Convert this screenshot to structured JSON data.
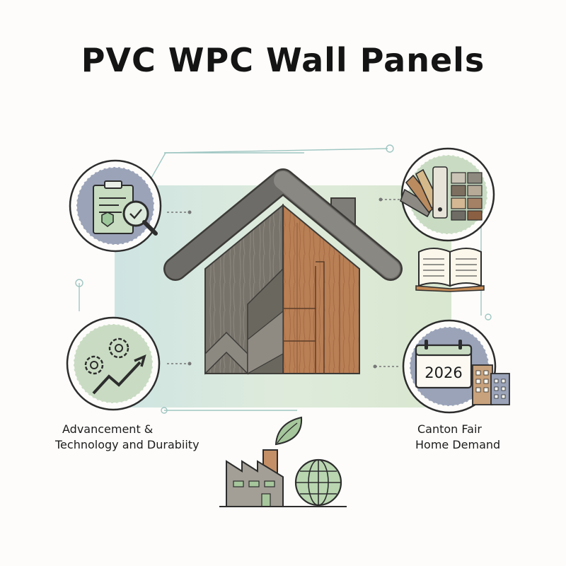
{
  "title": "PVC WPC Wall Panels",
  "calendar_year": "2026",
  "left_caption": {
    "line1": "Advancement &",
    "line2": "Technology and Durabiity"
  },
  "right_caption": {
    "line1": "Canton Fair",
    "line2": "Home Demand"
  },
  "icons": [
    "house-wood-panels-icon",
    "clipboard-inspection-icon",
    "gears-growth-icon",
    "material-swatches-icon",
    "open-book-icon",
    "calendar-city-icon",
    "factory-leaf-icon",
    "globe-icon"
  ],
  "colors": {
    "gray_wood": "#77736b",
    "warm_wood": "#b97f55",
    "roof": "#6e6c68",
    "sage": "#c9dcc3",
    "slate_blue": "#9aa3b8",
    "text": "#141414"
  }
}
